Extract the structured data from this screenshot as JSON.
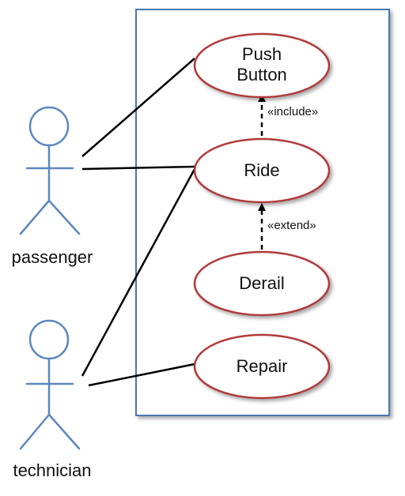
{
  "actors": [
    {
      "id": "passenger",
      "label": "passenger"
    },
    {
      "id": "technician",
      "label": "technician"
    }
  ],
  "use_cases": [
    {
      "id": "push-button",
      "label_line1": "Push",
      "label_line2": "Button"
    },
    {
      "id": "ride",
      "label": "Ride"
    },
    {
      "id": "derail",
      "label": "Derail"
    },
    {
      "id": "repair",
      "label": "Repair"
    }
  ],
  "relationships": [
    {
      "from": "ride",
      "to": "push-button",
      "stereotype": "«include»"
    },
    {
      "from": "derail",
      "to": "ride",
      "stereotype": "«extend»"
    }
  ],
  "associations": [
    {
      "actor": "passenger",
      "use_case": "push-button"
    },
    {
      "actor": "passenger",
      "use_case": "ride"
    },
    {
      "actor": "technician",
      "use_case": "ride"
    },
    {
      "actor": "technician",
      "use_case": "repair"
    }
  ],
  "colors": {
    "boundary": "#4a78b0",
    "actor": "#5b87bd",
    "ellipse_stroke": "#b03a3a",
    "ellipse_fill": "#ffffff",
    "line": "#000000"
  }
}
